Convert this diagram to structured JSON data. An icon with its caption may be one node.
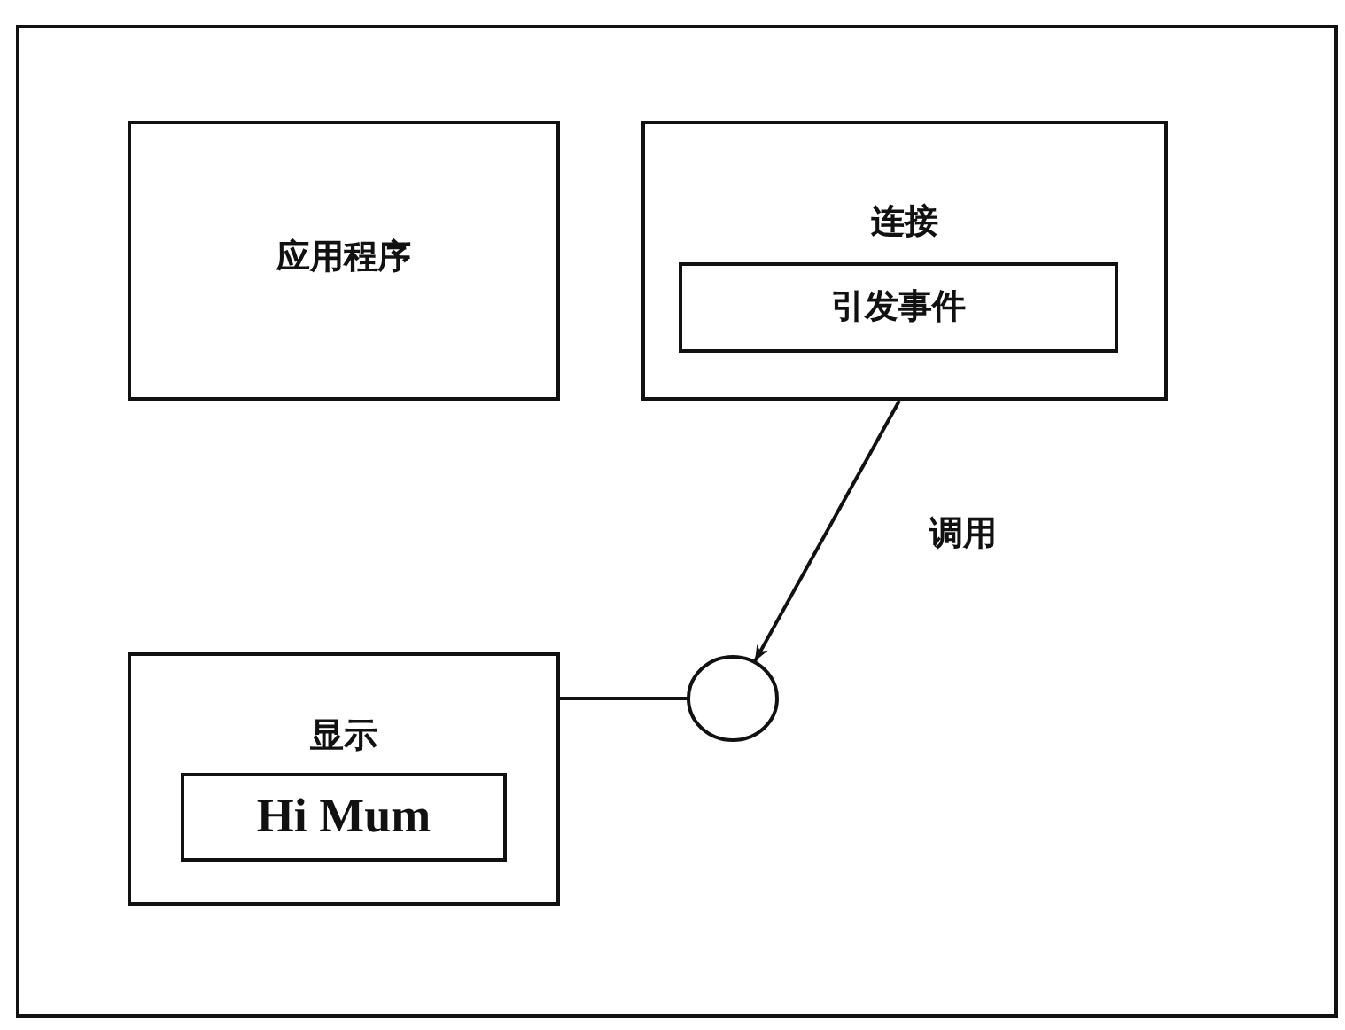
{
  "diagram": {
    "nodes": [
      {
        "text": [
          "应用程序"
        ]
      },
      {
        "text": [
          "连接"
        ]
      },
      {
        "text": [
          "引发事件"
        ],
        "in": 1
      },
      {
        "text": [
          "显示"
        ]
      },
      {
        "text": [
          "Hi Mum"
        ],
        "in": 3
      },
      {
        "text": [],
        "shape": "circle"
      }
    ],
    "edges": [
      {
        "from": 1,
        "to": 5,
        "arrow": "to",
        "label": "调用"
      },
      {
        "from": 3,
        "to": 5,
        "arrow": "none"
      }
    ]
  }
}
